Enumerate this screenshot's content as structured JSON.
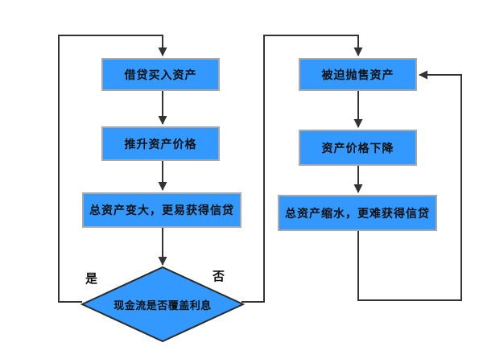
{
  "diagram": {
    "type": "flowchart",
    "background": "#FFFFFF",
    "colors": {
      "node_fill": "#3399FE",
      "node_border": "#A9A9A9",
      "decision_border": "#2B2B2B",
      "connector": "#333333",
      "label_text": "#111111"
    },
    "left_loop": {
      "box1": "借贷买入资产",
      "box2": "推升资产价格",
      "box3": "总资产变大，更易获得信贷",
      "decision": "现金流是否覆盖利息",
      "yes_label": "是",
      "no_label": "否"
    },
    "right_loop": {
      "box1": "被迫抛售资产",
      "box2": "资产价格下降",
      "box3": "总资产缩水，更难获得信贷"
    }
  }
}
